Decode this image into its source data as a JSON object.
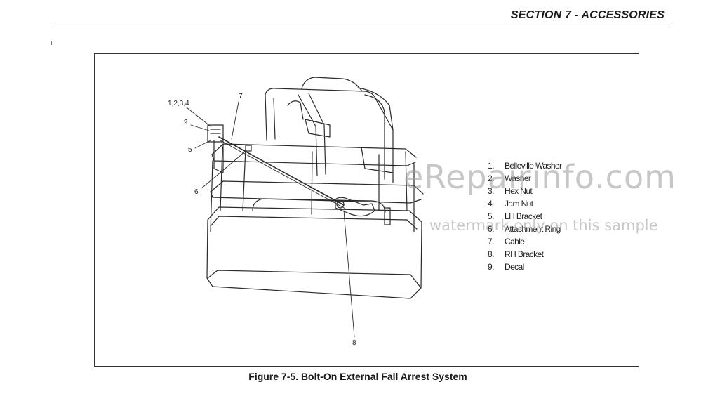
{
  "header": {
    "section_title": "SECTION 7 - ACCESSORIES"
  },
  "figure": {
    "callouts": {
      "c1234": "1,2,3,4",
      "c7": "7",
      "c9": "9",
      "c5": "5",
      "c6": "6",
      "c8": "8"
    },
    "legend": [
      {
        "num": "1.",
        "label": "Belleville Washer"
      },
      {
        "num": "2.",
        "label": "Washer"
      },
      {
        "num": "3.",
        "label": "Hex Nut"
      },
      {
        "num": "4.",
        "label": "Jam Nut"
      },
      {
        "num": "5.",
        "label": "LH Bracket"
      },
      {
        "num": "6.",
        "label": "Attachment Ring"
      },
      {
        "num": "7.",
        "label": "Cable"
      },
      {
        "num": "8.",
        "label": "RH Bracket"
      },
      {
        "num": "9.",
        "label": "Decal"
      }
    ],
    "caption": "Figure 7-5. Bolt-On External Fall Arrest System"
  },
  "watermark": {
    "main": "eRepairinfo.com",
    "sub": "watermark only on this sample"
  }
}
